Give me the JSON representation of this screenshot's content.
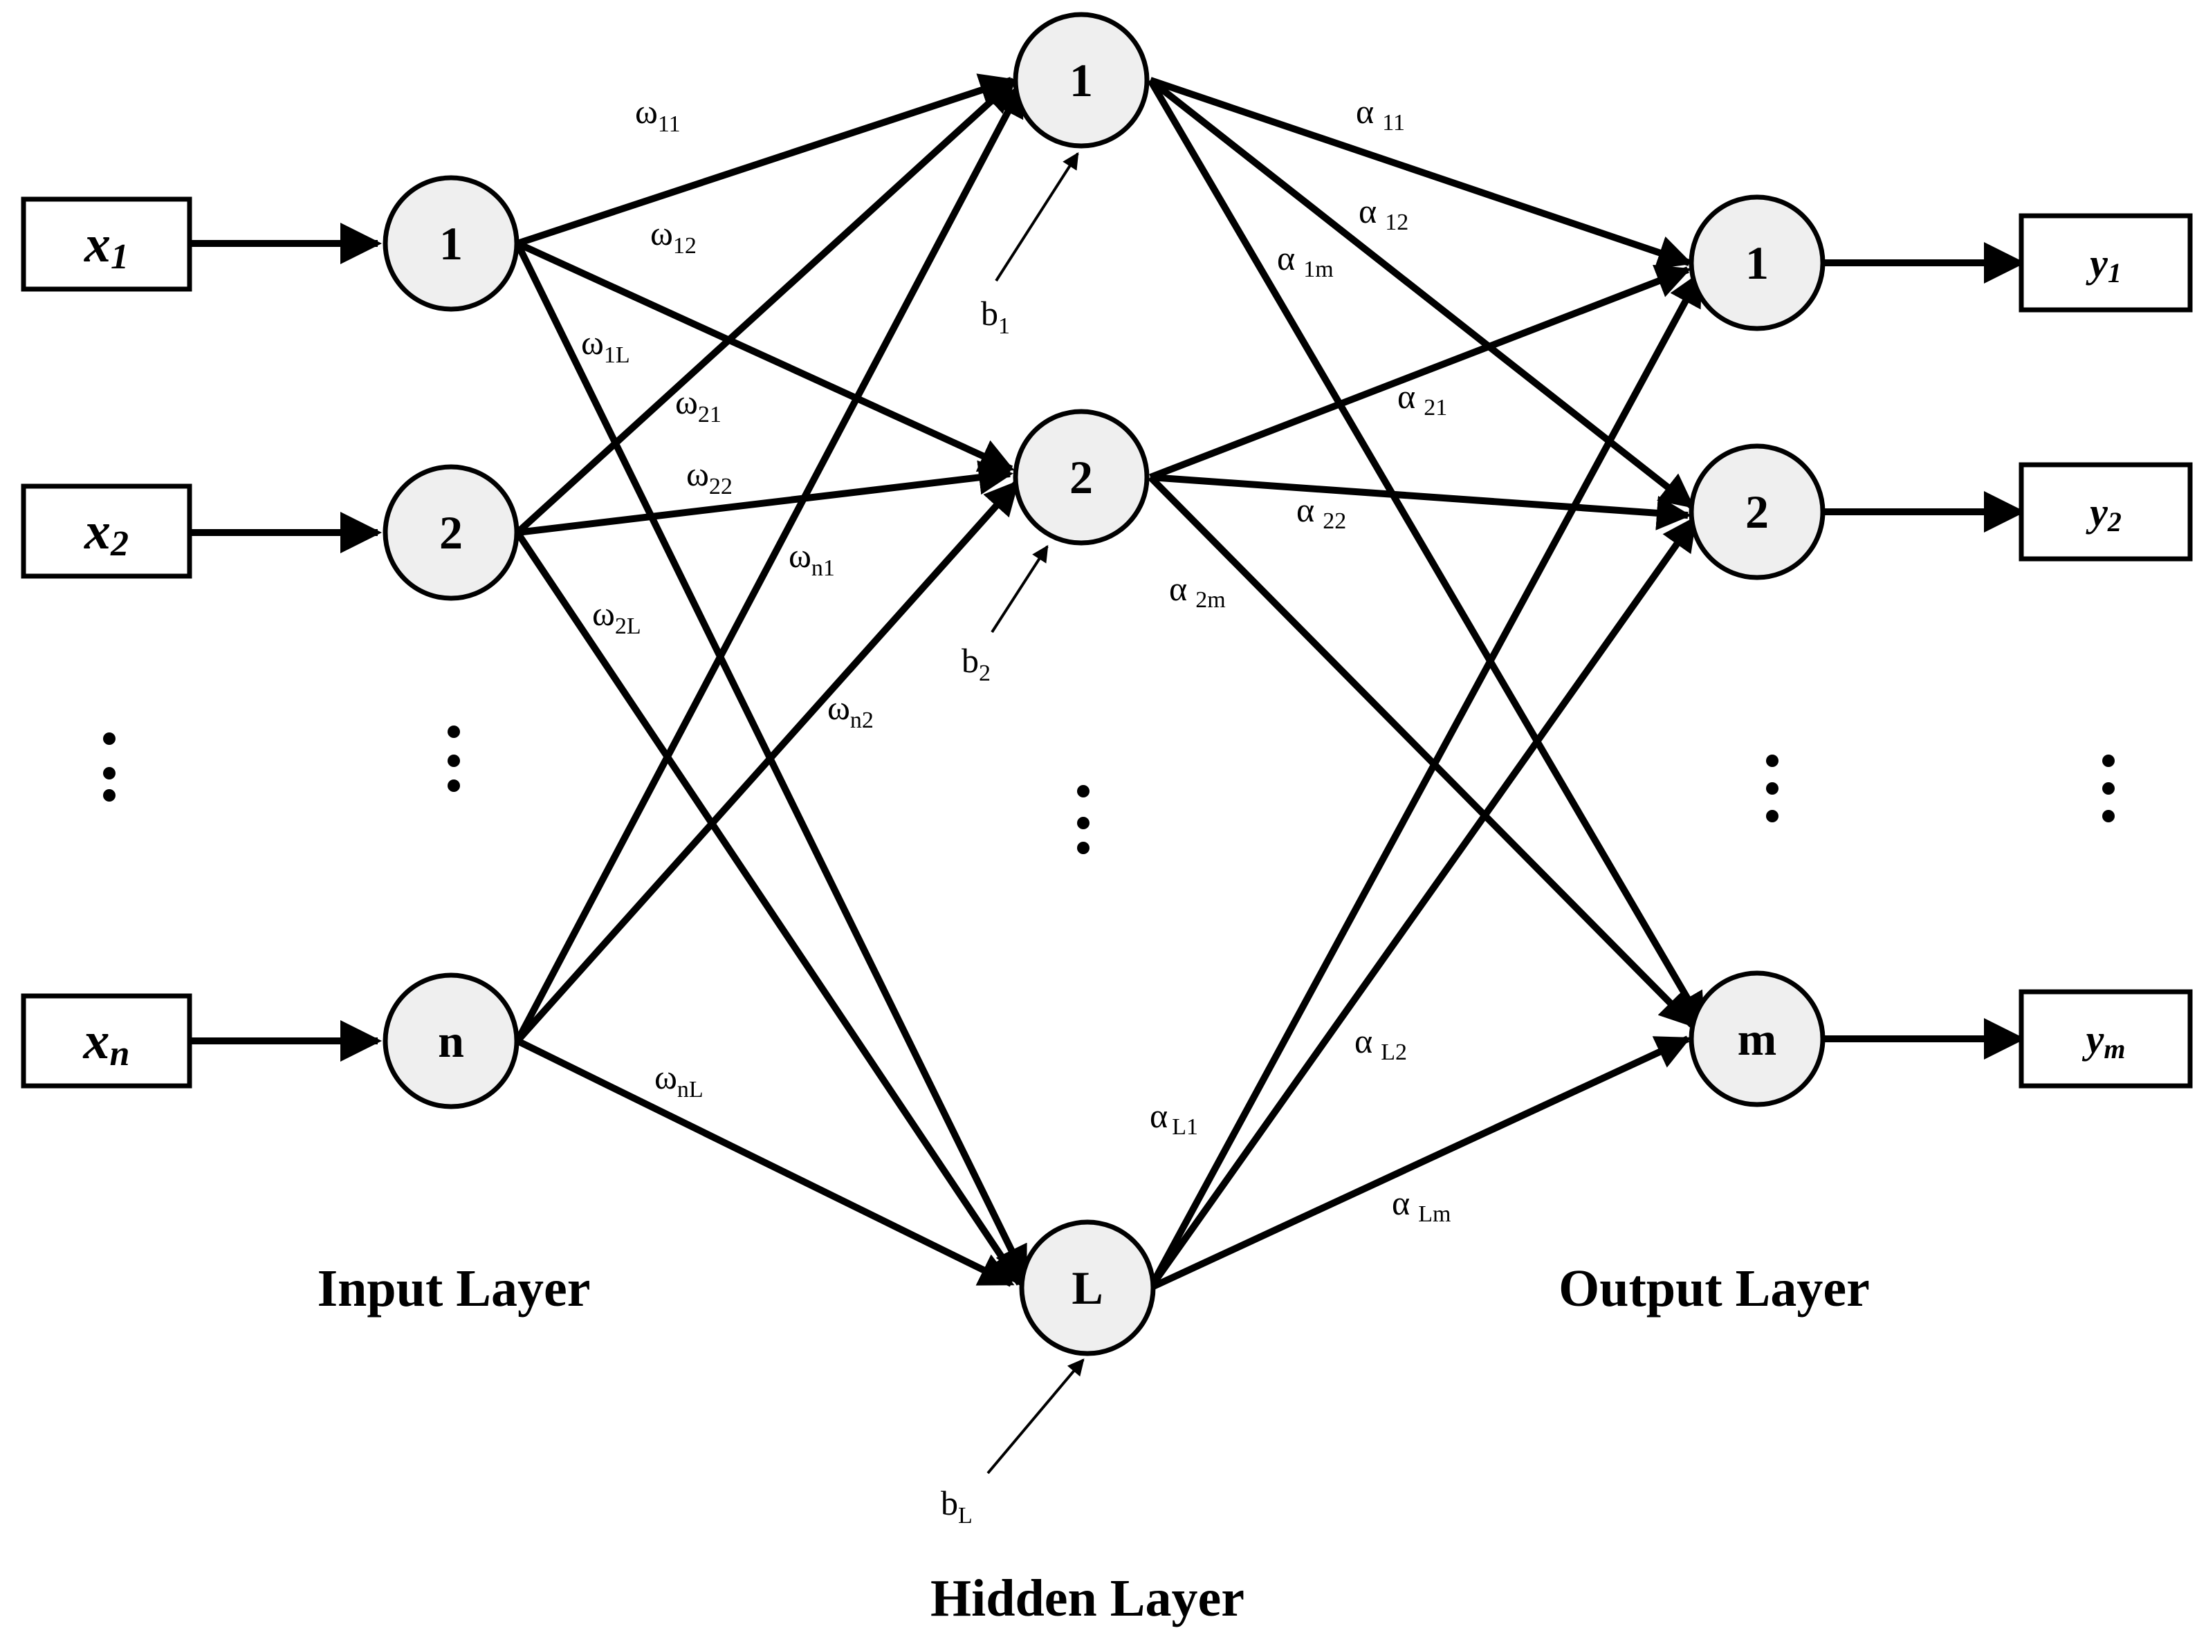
{
  "layers": {
    "input_title": "Input Layer",
    "hidden_title": "Hidden Layer",
    "output_title": "Output Layer"
  },
  "inputs": [
    {
      "main": "x",
      "sub": "1"
    },
    {
      "main": "x",
      "sub": "2"
    },
    {
      "main": "x",
      "sub": "n"
    }
  ],
  "outputs": [
    {
      "main": "y",
      "sub": "1"
    },
    {
      "main": "y",
      "sub": "2"
    },
    {
      "main": "y",
      "sub": "m"
    }
  ],
  "input_nodes": [
    "1",
    "2",
    "n"
  ],
  "hidden_nodes": [
    "1",
    "2",
    "L"
  ],
  "output_nodes": [
    "1",
    "2",
    "m"
  ],
  "biases": [
    {
      "main": "b",
      "sub": "1"
    },
    {
      "main": "b",
      "sub": "2"
    },
    {
      "main": "b",
      "sub": "L"
    }
  ],
  "input_weights": [
    {
      "main": "ω",
      "sub": "11"
    },
    {
      "main": "ω",
      "sub": "12"
    },
    {
      "main": "ω",
      "sub": "1L"
    },
    {
      "main": "ω",
      "sub": "21"
    },
    {
      "main": "ω",
      "sub": "22"
    },
    {
      "main": "ω",
      "sub": "2L"
    },
    {
      "main": "ω",
      "sub": "n1"
    },
    {
      "main": "ω",
      "sub": "n2"
    },
    {
      "main": "ω",
      "sub": "nL"
    }
  ],
  "output_weights": [
    {
      "main": "α",
      "sub": "11"
    },
    {
      "main": "α",
      "sub": "12"
    },
    {
      "main": "α",
      "sub": "1m"
    },
    {
      "main": "α",
      "sub": "21"
    },
    {
      "main": "α",
      "sub": "22"
    },
    {
      "main": "α",
      "sub": "2m"
    },
    {
      "main": "α",
      "sub": "L2"
    },
    {
      "main": "α",
      "sub": "L1"
    },
    {
      "main": "α",
      "sub": "Lm"
    }
  ],
  "colors": {
    "node_fill": "#efefef",
    "stroke": "#000000",
    "background": "#ffffff"
  }
}
